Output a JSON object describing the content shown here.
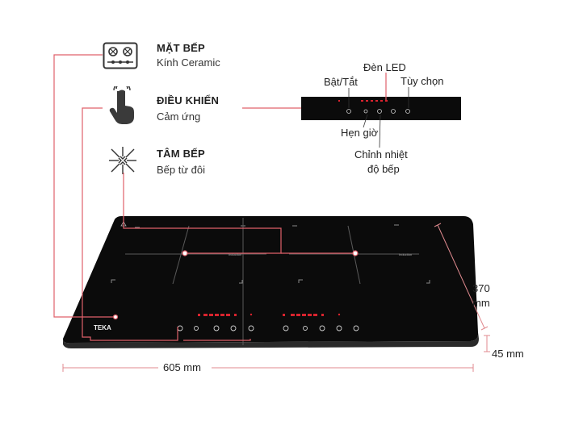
{
  "features": [
    {
      "title": "MẶT BẾP",
      "subtitle": "Kính Ceramic",
      "icon": "hob-surface-icon"
    },
    {
      "title": "ĐIỀU KHIỂN",
      "subtitle": "Cảm ứng",
      "icon": "touch-hand-icon"
    },
    {
      "title": "TÂM BẾP",
      "subtitle": "Bếp từ đôi",
      "icon": "induction-burst-icon"
    }
  ],
  "control_panel_labels": {
    "led": "Đèn LED",
    "power": "Bật/Tắt",
    "options": "Tùy chọn",
    "timer": "Hẹn giờ",
    "heat_line1": "Chỉnh nhiệt",
    "heat_line2": "độ bếp"
  },
  "cooktop": {
    "brand": "TEKA",
    "zone_label_left": "Induction",
    "zone_label_right": "Induction"
  },
  "dimensions": {
    "width": "605 mm",
    "depth_line1": "370",
    "depth_line2": "mm",
    "height": "45 mm"
  },
  "colors": {
    "leader_line": "#e0606a",
    "glass": "#0a0a0a",
    "dimension_line": "#e08a8f"
  }
}
